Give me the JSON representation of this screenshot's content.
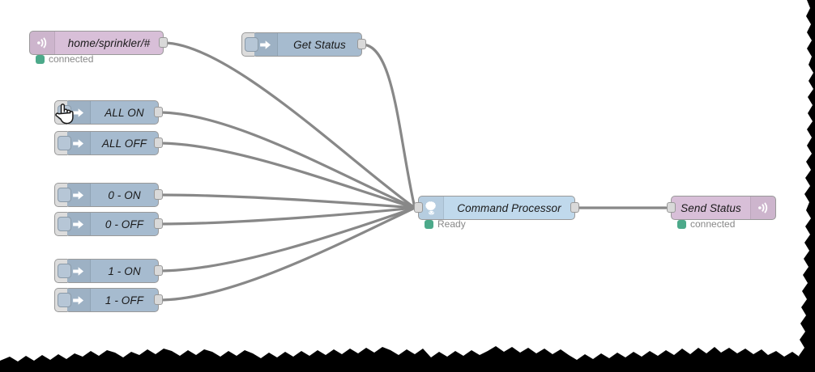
{
  "app": {
    "name": "node-red-flow-editor",
    "canvas_background": "#ffffff"
  },
  "colors": {
    "mqtt": "#d8bfd8",
    "inject": "#a6bbcf",
    "rpi": "#c0d9ec",
    "wire": "#888888",
    "port": "#d9d9d9",
    "border": "#999999",
    "status_green": "#4ca98a",
    "status_text": "#888888",
    "label_text": "#1a1a1a",
    "torn_edge": "#000000"
  },
  "nodes": {
    "mqtt_in": {
      "label": "home/sprinkler/#",
      "icon": "mqtt-antenna-icon",
      "type": "mqtt-in",
      "status": {
        "text": "connected",
        "dot_color": "#4ca98a"
      }
    },
    "get_status": {
      "label": "Get Status",
      "icon": "inject-arrow-icon",
      "type": "inject"
    },
    "all_on": {
      "label": "ALL ON",
      "icon": "inject-arrow-icon",
      "type": "inject"
    },
    "all_off": {
      "label": "ALL OFF",
      "icon": "inject-arrow-icon",
      "type": "inject"
    },
    "zero_on": {
      "label": "0 - ON",
      "icon": "inject-arrow-icon",
      "type": "inject"
    },
    "zero_off": {
      "label": "0 - OFF",
      "icon": "inject-arrow-icon",
      "type": "inject"
    },
    "one_on": {
      "label": "1 - ON",
      "icon": "inject-arrow-icon",
      "type": "inject"
    },
    "one_off": {
      "label": "1 - OFF",
      "icon": "inject-arrow-icon",
      "type": "inject"
    },
    "command_processor": {
      "label": "Command Processor",
      "icon": "raspberry-pi-icon",
      "type": "rpi-gpio",
      "status": {
        "text": "Ready",
        "dot_color": "#4ca98a"
      }
    },
    "send_status": {
      "label": "Send Status",
      "icon": "mqtt-antenna-icon",
      "type": "mqtt-out",
      "status": {
        "text": "connected",
        "dot_color": "#4ca98a"
      }
    }
  },
  "cursor": {
    "type": "pointing-hand-cursor",
    "over_node": "all_on"
  }
}
